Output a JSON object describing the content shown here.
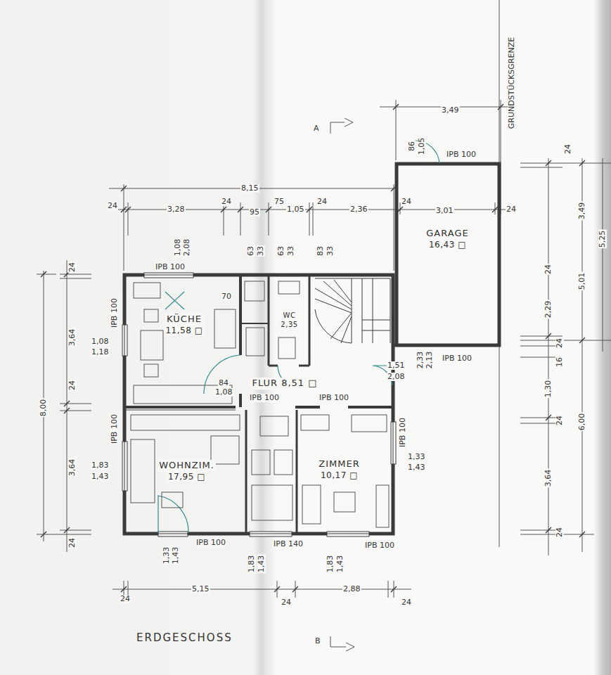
{
  "diagram": {
    "caption": "ERDGESCHOSS",
    "nodes": [
      {
        "text": [
          "KÜCHE",
          "11,58 □"
        ]
      },
      {
        "text": [
          "WC",
          "2,35"
        ]
      },
      {
        "text": [
          "FLUR 8,51 □"
        ]
      },
      {
        "text": [
          "WOHNZIM.",
          "17,95 □"
        ]
      },
      {
        "text": [
          "ZIMMER",
          "10,17 □"
        ]
      },
      {
        "text": [
          "GARAGE",
          "16,43 □"
        ]
      }
    ],
    "labels": [
      "3,49",
      "8,15",
      "24",
      "3,28",
      "24",
      "95",
      "75",
      "1,05",
      "24",
      "2,36",
      "24",
      "3,01",
      "24",
      "IPB 100",
      "1,08",
      "2,08",
      "63",
      "33",
      "63",
      "33",
      "83",
      "33",
      "86",
      "1,05",
      "IPB 100",
      "24",
      "3,64",
      "24",
      "3,64",
      "24",
      "8,00",
      "1,08",
      "1,18",
      "IPB 100",
      "1,83",
      "1,43",
      "IPB 100",
      "1,33",
      "1,43",
      "IPB 100",
      "1,83",
      "1,43",
      "IPB 140",
      "1,83",
      "1,43",
      "IPB 100",
      "24",
      "5,15",
      "24",
      "2,88",
      "24",
      "1,51",
      "2,08",
      "2,33",
      "2,13",
      "IPB 100",
      "IPB 100",
      "1,33",
      "1,43",
      "IPB 100",
      "IPB 100",
      "84",
      "1,08",
      "70",
      "24",
      "3,49",
      "5,01",
      "5,25",
      "24",
      "2,29",
      "24",
      "16",
      "1,30",
      "24",
      "6,00",
      "3,64",
      "24",
      "GRUNDSTÜCKSGRENZE",
      "A",
      "B"
    ]
  }
}
